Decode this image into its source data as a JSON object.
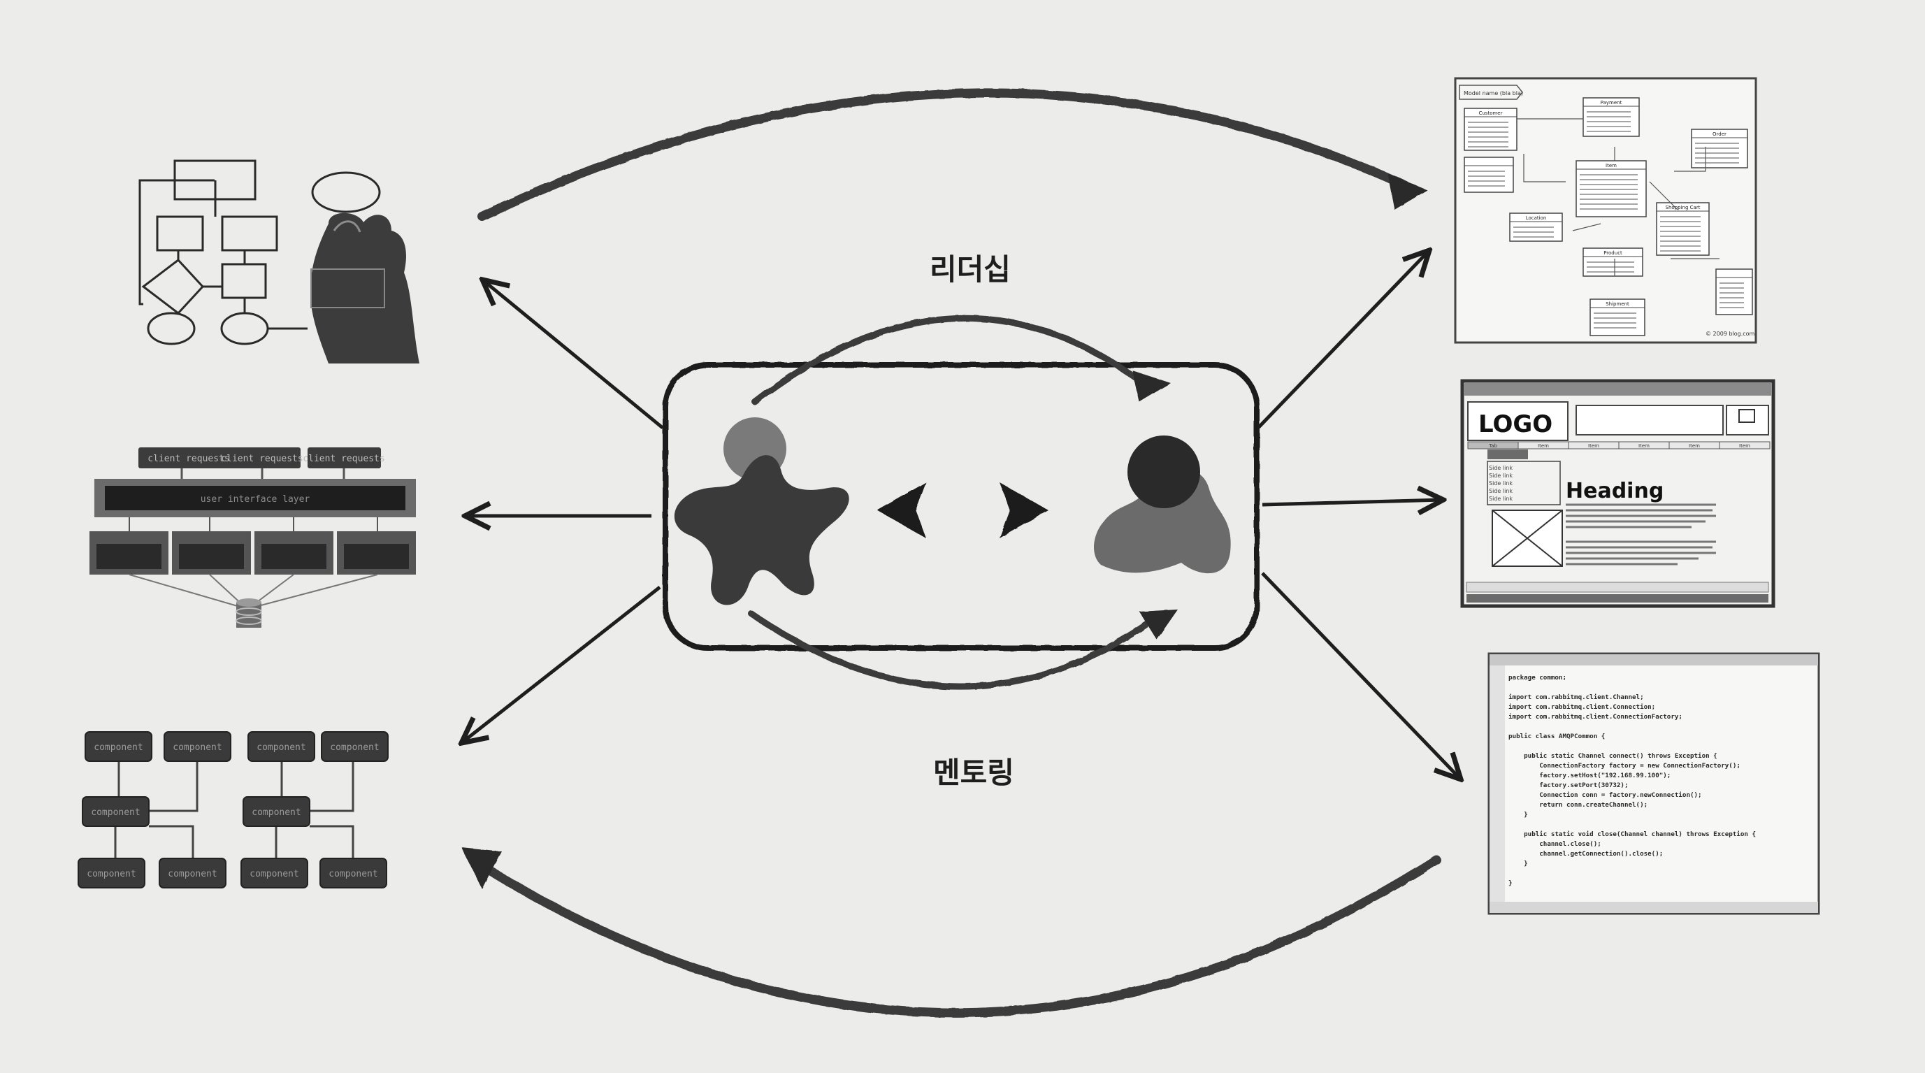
{
  "labels": {
    "top": "리더십",
    "bottom": "멘토링"
  },
  "colors": {
    "background": "#ececea",
    "ink": "#1e1e1e",
    "mid_gray": "#6b6b6b",
    "light_gray": "#8c8c8c"
  },
  "left": {
    "flowchart": {
      "icon": "hand-drawing-flowchart-icon"
    },
    "layers": {
      "client_boxes": [
        "client requests",
        "client requests",
        "client requests"
      ],
      "ui_layer": "user interface layer"
    },
    "components": {
      "label": "component",
      "count": 10
    }
  },
  "right": {
    "uml": {
      "title": "Model name (bla bla)",
      "classes": [
        "Customer",
        "Payment",
        "Order",
        "Item",
        "Shopping Cart",
        "Location",
        "Product",
        "Shipment"
      ],
      "footer": "© 2009 blog.com"
    },
    "wireframe": {
      "logo": "LOGO",
      "heading": "Heading",
      "nav": [
        "Tab",
        "Item",
        "Item",
        "Item",
        "Item",
        "Item"
      ],
      "side_links": [
        "Side link",
        "Side link",
        "Side link",
        "Side link",
        "Side link"
      ]
    },
    "code": {
      "lines": [
        "package common;",
        "",
        "import com.rabbitmq.client.Channel;",
        "import com.rabbitmq.client.Connection;",
        "import com.rabbitmq.client.ConnectionFactory;",
        "",
        "public class AMQPCommon {",
        "",
        "    public static Channel connect() throws Exception {",
        "        ConnectionFactory factory = new ConnectionFactory();",
        "        factory.setHost(\"192.168.99.100\");",
        "        factory.setPort(30732);",
        "        Connection conn = factory.newConnection();",
        "        return conn.createChannel();",
        "    }",
        "",
        "    public static void close(Channel channel) throws Exception {",
        "        channel.close();",
        "        channel.getConnection().close();",
        "    }",
        "",
        "}"
      ]
    }
  }
}
